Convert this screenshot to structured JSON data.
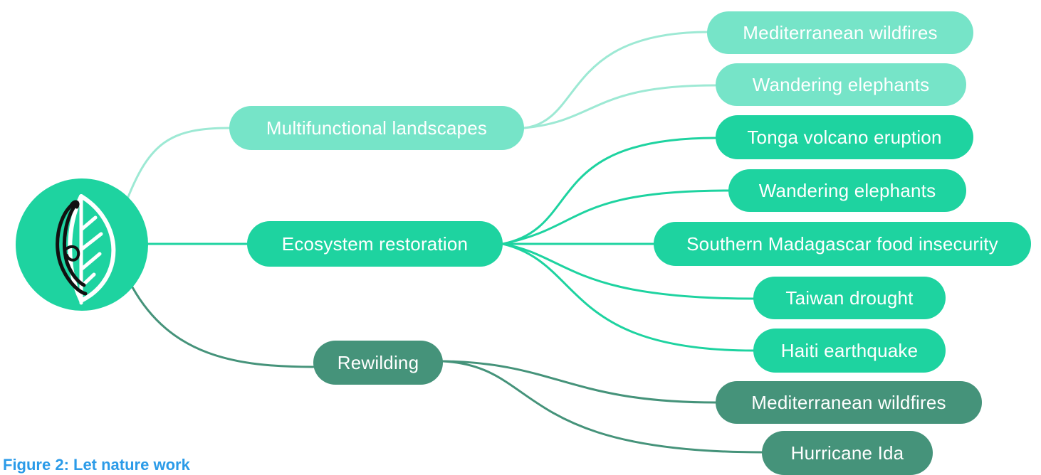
{
  "colors": {
    "light": "#76e4c8",
    "mid": "#1ed3a0",
    "dark": "#45937a",
    "caption": "#2b9be8"
  },
  "hub": {
    "icon": "leaf-logo-icon"
  },
  "branches": {
    "multifunctional": {
      "label": "Multifunctional landscapes",
      "children": [
        "Mediterranean wildfires",
        "Wandering elephants"
      ]
    },
    "ecosystem": {
      "label": "Ecosystem restoration",
      "children": [
        "Tonga volcano eruption",
        "Wandering elephants",
        "Southern Madagascar food insecurity",
        "Taiwan drought",
        "Haiti earthquake"
      ]
    },
    "rewilding": {
      "label": "Rewilding",
      "children": [
        "Mediterranean wildfires",
        "Hurricane Ida"
      ]
    }
  },
  "caption": "Figure 2: Let nature work"
}
